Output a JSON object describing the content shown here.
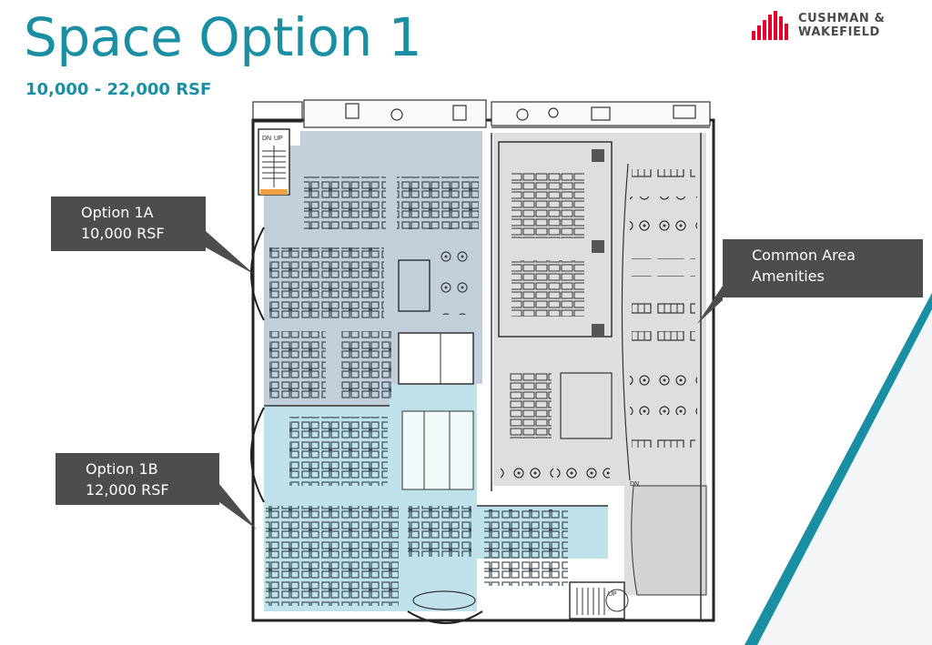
{
  "header": {
    "title": "Space Option 1",
    "subtitle": "10,000 - 22,000 RSF"
  },
  "brand": {
    "line1": "CUSHMAN &",
    "line2": "WAKEFIELD",
    "logo_icon": "building-bars-icon",
    "colors": {
      "accent": "#1a8fa3",
      "logo_red": "#e4002b",
      "callout_bg": "#4d4d4f"
    }
  },
  "callouts": {
    "option_1a": {
      "name": "Option 1A",
      "area": "10,000 RSF"
    },
    "option_1b": {
      "name": "Option 1B",
      "area": "12,000 RSF"
    },
    "common_area": {
      "line1": "Common Area",
      "line2": "Amenities"
    }
  },
  "floorplan": {
    "stair_labels": {
      "dn": "DN",
      "up": "UP"
    },
    "zones": {
      "option_1a_fill": "#c3cedb",
      "option_1b_fill": "#bfe2ea",
      "common_fill": "#dcdcdc"
    }
  }
}
